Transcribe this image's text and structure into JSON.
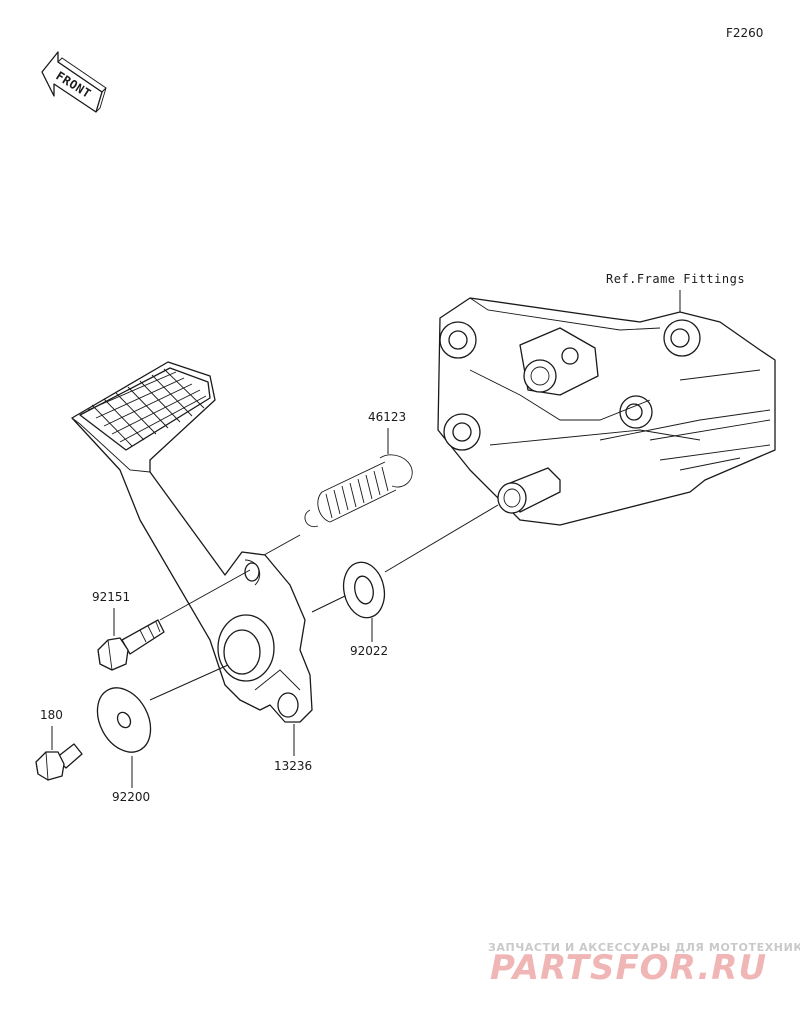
{
  "diagram_code": "F2260",
  "front_indicator": "FRONT",
  "ref_label": "Ref.Frame Fittings",
  "parts": {
    "spring": "46123",
    "bolt": "92151",
    "washer_small": "92022",
    "bolt_small": "180",
    "washer_large": "92200",
    "pedal": "13236"
  },
  "watermark": {
    "tagline": "ЗАПЧАСТИ И АКСЕССУАРЫ ДЛЯ МОТОТЕХНИКИ",
    "brand": "PARTSFOR.RU"
  }
}
